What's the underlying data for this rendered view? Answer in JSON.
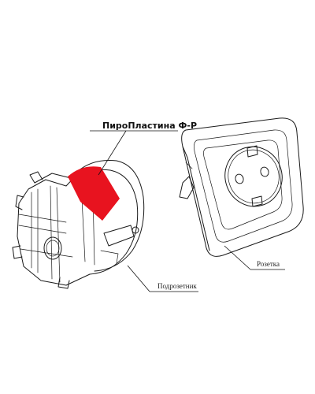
{
  "labels": {
    "fire_plate": "ПироПластина Ф-Р",
    "junction_box": "Подрозетник",
    "socket": "Розетка"
  },
  "colors": {
    "fire_plate": "#e8131f",
    "line": "#1a1a1a",
    "background": "#ffffff"
  }
}
